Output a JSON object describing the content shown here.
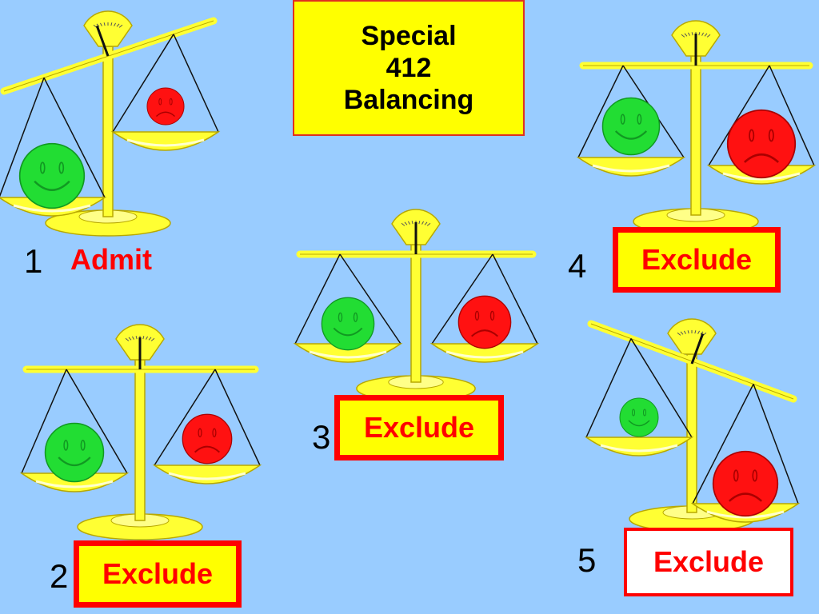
{
  "title": {
    "line1": "Special",
    "line2": "412",
    "line3": "Balancing"
  },
  "colors": {
    "background": "#99ccff",
    "scale": "#ffff33",
    "scale_outline": "#b8a800",
    "happy_face": "#22dd33",
    "sad_face": "#ff1111",
    "verdict_text": "#ff0000"
  },
  "scales": [
    {
      "number": "1",
      "verdict": "Admit",
      "tilt": "heavier-left",
      "left_face": "happy-face",
      "right_face": "sad-face"
    },
    {
      "number": "2",
      "verdict": "Exclude",
      "tilt": "level",
      "left_face": "happy-face",
      "right_face": "sad-face"
    },
    {
      "number": "3",
      "verdict": "Exclude",
      "tilt": "level",
      "left_face": "happy-face",
      "right_face": "sad-face"
    },
    {
      "number": "4",
      "verdict": "Exclude",
      "tilt": "level",
      "left_face": "happy-face",
      "right_face": "sad-face"
    },
    {
      "number": "5",
      "verdict": "Exclude",
      "tilt": "heavier-right",
      "left_face": "happy-face",
      "right_face": "sad-face"
    }
  ]
}
